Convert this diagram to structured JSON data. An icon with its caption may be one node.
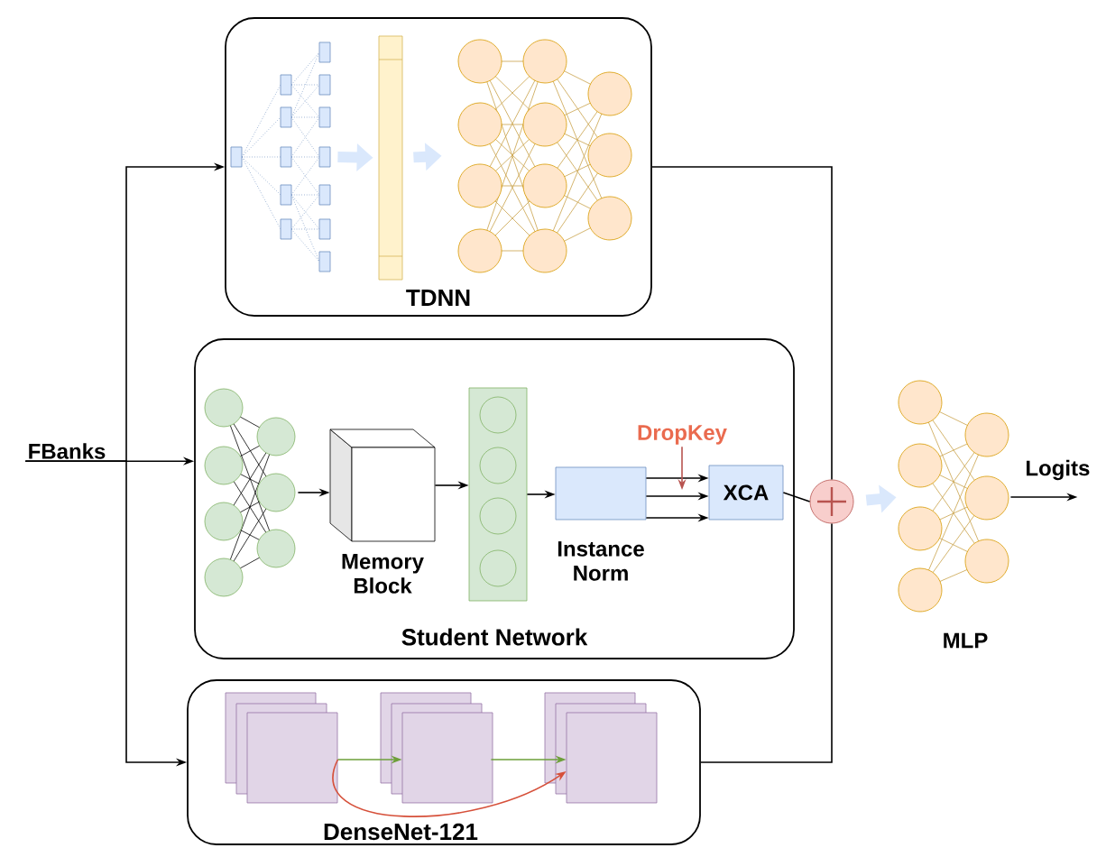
{
  "diagram": {
    "nodes": [
      {
        "text": [
          "TDNN"
        ]
      },
      {
        "text": [],
        "shape": "picture",
        "in": 0
      },
      {
        "text": [],
        "shape": "bar",
        "in": 0
      },
      {
        "text": [],
        "shape": "picture",
        "in": 0
      },
      {
        "text": [
          "FBanks"
        ]
      },
      {
        "text": [
          "Student Network"
        ]
      },
      {
        "text": [],
        "shape": "picture",
        "in": 5
      },
      {
        "text": [
          "Memory Block"
        ],
        "in": 5
      },
      {
        "text": [],
        "shape": "box",
        "in": 5
      },
      {
        "text": [
          "Instance Norm"
        ],
        "in": 5
      },
      {
        "text": [
          "DropKey"
        ],
        "in": 5
      },
      {
        "text": [
          "XCA"
        ],
        "in": 5
      },
      {
        "text": [],
        "shape": "circle"
      },
      {
        "text": [
          "MLP"
        ]
      },
      {
        "text": [
          "DenseNet-121"
        ]
      },
      {
        "text": [],
        "shape": "box",
        "in": 14
      },
      {
        "text": [],
        "shape": "box",
        "in": 14
      },
      {
        "text": [],
        "shape": "box",
        "in": 14
      }
    ],
    "edges": [
      {
        "from": 4,
        "to": 0,
        "arrow": "to"
      },
      {
        "from": 4,
        "to": 5,
        "arrow": "to"
      },
      {
        "from": 4,
        "to": 14,
        "arrow": "to"
      },
      {
        "from": 1,
        "to": 2,
        "arrow": "to",
        "style": "thick",
        "color": "#dae8fc"
      },
      {
        "from": 2,
        "to": 3,
        "arrow": "to",
        "style": "thick",
        "color": "#dae8fc"
      },
      {
        "from": 6,
        "to": 7,
        "arrow": "to"
      },
      {
        "from": 7,
        "to": 8,
        "arrow": "to"
      },
      {
        "from": 8,
        "to": 9,
        "arrow": "to"
      },
      {
        "from": 9,
        "to": 11,
        "arrow": "to"
      },
      {
        "from": 9,
        "to": 11,
        "arrow": "to"
      },
      {
        "from": 9,
        "to": 11,
        "arrow": "to"
      },
      {
        "from": 10,
        "to": null,
        "arrow": "to",
        "color": "#b85450"
      },
      {
        "from": 0,
        "to": 12,
        "arrow": "none"
      },
      {
        "from": 11,
        "to": 12,
        "arrow": "none"
      },
      {
        "from": 14,
        "to": 12,
        "arrow": "none"
      },
      {
        "from": 12,
        "to": 13,
        "arrow": "to",
        "style": "thick",
        "color": "#dae8fc"
      },
      {
        "from": 13,
        "to": null,
        "arrow": "to",
        "label": "Logits"
      },
      {
        "from": 15,
        "to": 16,
        "arrow": "to",
        "color": "#6d9f3a"
      },
      {
        "from": 16,
        "to": 17,
        "arrow": "to",
        "color": "#6d9f3a"
      },
      {
        "from": 15,
        "to": 17,
        "arrow": "to",
        "color": "#d6503a"
      }
    ]
  }
}
